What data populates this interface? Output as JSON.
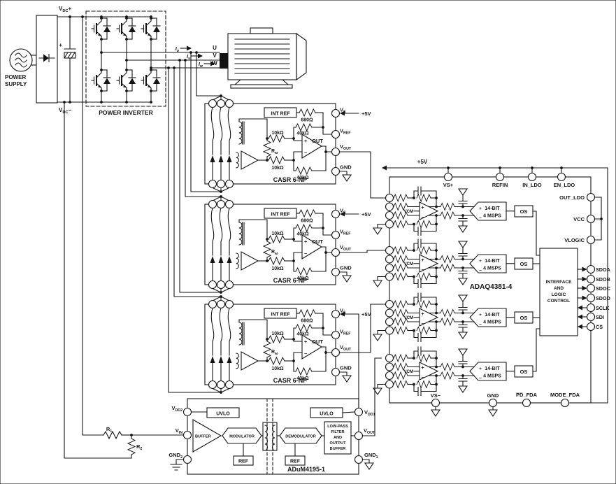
{
  "supply": {
    "line1": "POWER",
    "line2": "SUPPLY",
    "vdc_plus": "V~DC~+",
    "vdc_minus": "V~DC~−"
  },
  "inverter": {
    "label": "POWER INVERTER"
  },
  "phases": {
    "u": "U",
    "v": "V",
    "w": "W",
    "iu": "I~u~",
    "iv": "I~v~",
    "iw": "I~w~"
  },
  "casr": {
    "name": "CASR 6-NP",
    "int_ref": "INT REF",
    "r680": "680Ω",
    "r10k_top": "10kΩ",
    "r10k_bot": "10kΩ",
    "r40k_top": "40kΩ",
    "r40k_bot": "40kΩ",
    "rm": "R~M~",
    "out": "OUT",
    "plus": "+",
    "minus": "−",
    "vs": "V~S~",
    "vref": "V~REF~",
    "vout": "V~OUT~",
    "gnd": "GND",
    "p5v": "+5V"
  },
  "adaq": {
    "name": "ADAQ4381-4",
    "rail": "+5V",
    "top_pins": [
      "VS+",
      "REFIN",
      "IN_LDO",
      "EN_LDO"
    ],
    "right_top_pins": [
      "OUT_LDO",
      "VCC",
      "VLOGIC"
    ],
    "data_pins": [
      "SDOA",
      "SDOB",
      "SDOC",
      "SDOD",
      "SCLK",
      "SDI",
      "C̅S̅"
    ],
    "bottom_pins": [
      "VS−",
      "GND",
      "P̅D̅_FDA",
      "MODE_FDA"
    ],
    "vcm": "VCM",
    "adc_line1": "14-BIT",
    "adc_line2": "4 MSPS",
    "os": "OS",
    "interface": [
      "INTERFACE",
      "AND",
      "LOGIC",
      "CONTROL"
    ],
    "plus": "+",
    "minus": "−"
  },
  "adum": {
    "name": "ADuM4195-1",
    "uvlo": "UVLO",
    "buffer": "BUFFER",
    "modulator": "MODULATOR",
    "demodulator": "DEMODULATOR",
    "ref": "REF",
    "lpf": [
      "LOW-PASS",
      "FILTER",
      "AND",
      "OUTPUT",
      "BUFFER"
    ],
    "vdd2": "V~DD2~",
    "vin": "V~IN~",
    "gnd2": "GND~2~",
    "vdd1": "V~DD1~",
    "vout": "V~OUT~",
    "gnd1": "GND~1~"
  },
  "divider": {
    "r1": "R~1~",
    "r2": "R~2~"
  }
}
